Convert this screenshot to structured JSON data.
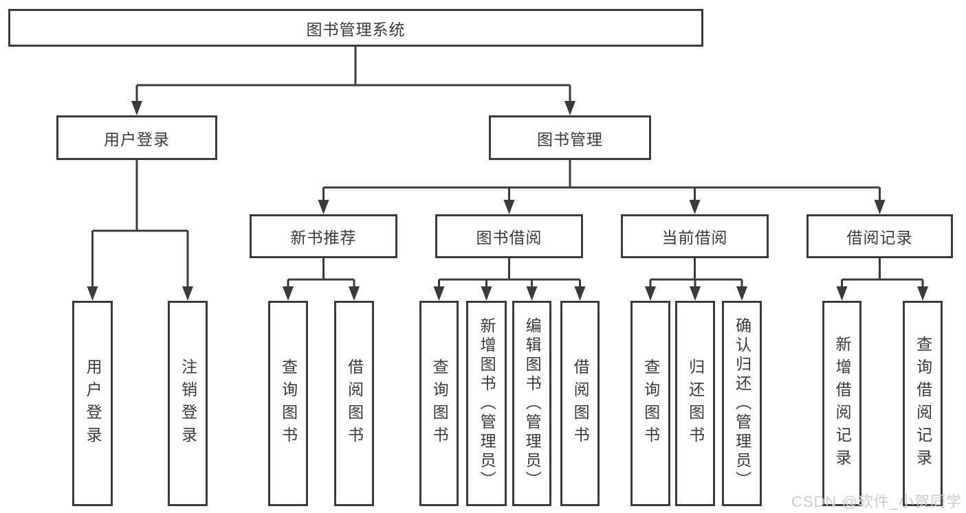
{
  "tree": {
    "root": {
      "label": "图书管理系统"
    },
    "branches": [
      {
        "label": "用户登录",
        "leaves": [
          {
            "label": "用户登录"
          },
          {
            "label": "注销登录"
          }
        ]
      },
      {
        "label": "图书管理",
        "groups": [
          {
            "label": "新书推荐",
            "leaves": [
              {
                "label": "查询图书"
              },
              {
                "label": "借阅图书"
              }
            ]
          },
          {
            "label": "图书借阅",
            "leaves": [
              {
                "label": "查询图书"
              },
              {
                "label": "新增图书（管理员）"
              },
              {
                "label": "编辑图书（管理员）"
              },
              {
                "label": "借阅图书"
              }
            ]
          },
          {
            "label": "当前借阅",
            "leaves": [
              {
                "label": "查询图书"
              },
              {
                "label": "归还图书"
              },
              {
                "label": "确认归还（管理员）"
              }
            ]
          },
          {
            "label": "借阅记录",
            "leaves": [
              {
                "label": "新增借阅记录"
              },
              {
                "label": "查询借阅记录"
              }
            ]
          }
        ]
      }
    ]
  },
  "watermark": "CSDN @软件_小贺同学",
  "colors": {
    "line": "#3b3b3b",
    "text": "#3a3a3a",
    "watermark": "#c9ccd1",
    "background": "#ffffff"
  }
}
